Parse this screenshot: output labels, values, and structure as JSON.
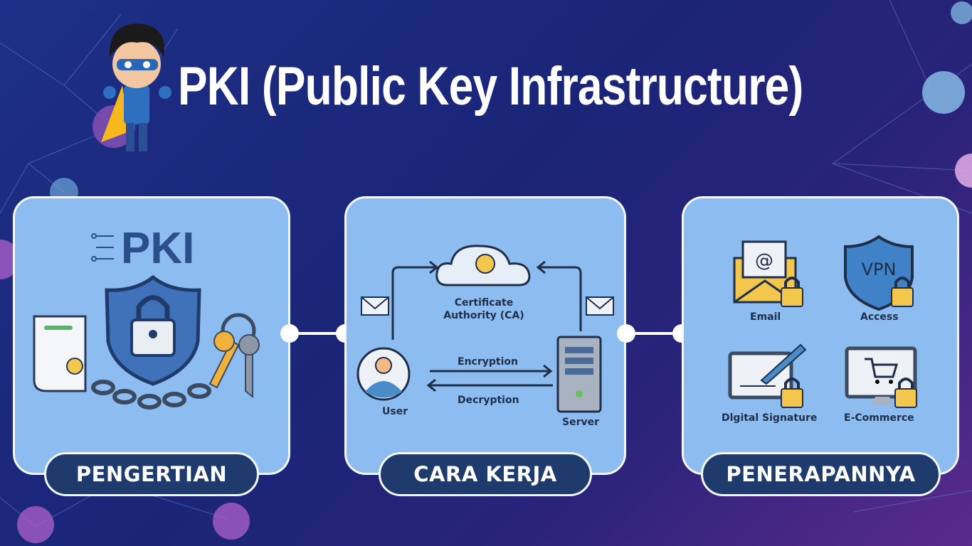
{
  "title": "PKI (Public Key Infrastructure)",
  "panels": [
    {
      "label": "PENGERTIAN",
      "logo_text": "PKI"
    },
    {
      "label": "CARA KERJA",
      "ca": "Certificate Authority (CA)",
      "ca_line1": "Certificate",
      "ca_line2": "Authority (CA)",
      "user": "User",
      "server": "Server",
      "encryption": "Encryption",
      "decryption": "Decryption"
    },
    {
      "label": "PENERAPANNYA",
      "items": [
        {
          "label": "Email"
        },
        {
          "label": "Access",
          "badge": "VPN"
        },
        {
          "label": "Dlgital Signature"
        },
        {
          "label": "E-Commerce"
        }
      ]
    }
  ],
  "colors": {
    "panel": "#8dbcf0",
    "pill": "#1f3b6d",
    "lock": "#f3c64e"
  }
}
